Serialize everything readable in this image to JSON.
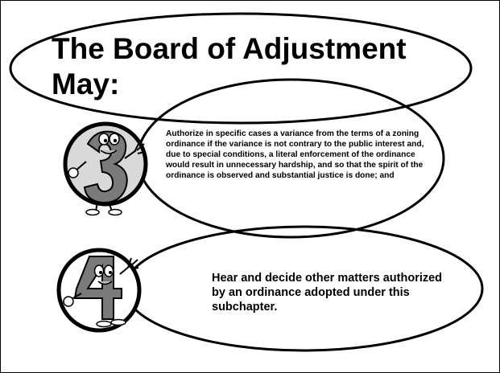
{
  "slide": {
    "title": "The Board of Adjustment May:",
    "items": [
      {
        "number_icon": "cartoon-number-3-icon",
        "text": "Authorize in specific cases a variance from the terms of a zoning ordinance if the variance is not contrary to the public interest and, due to special conditions, a literal enforcement of the ordinance would result in unnecessary hardship, and so that the spirit of the ordinance is observed and substantial justice is done; and"
      },
      {
        "number_icon": "cartoon-number-4-icon",
        "text": "Hear and decide other matters authorized by an ordinance adopted under this subchapter."
      }
    ]
  },
  "colors": {
    "outline": "#000000",
    "background": "#ffffff",
    "number_fill": "#7a7a7a",
    "circle_background": "#d9d9d9"
  }
}
